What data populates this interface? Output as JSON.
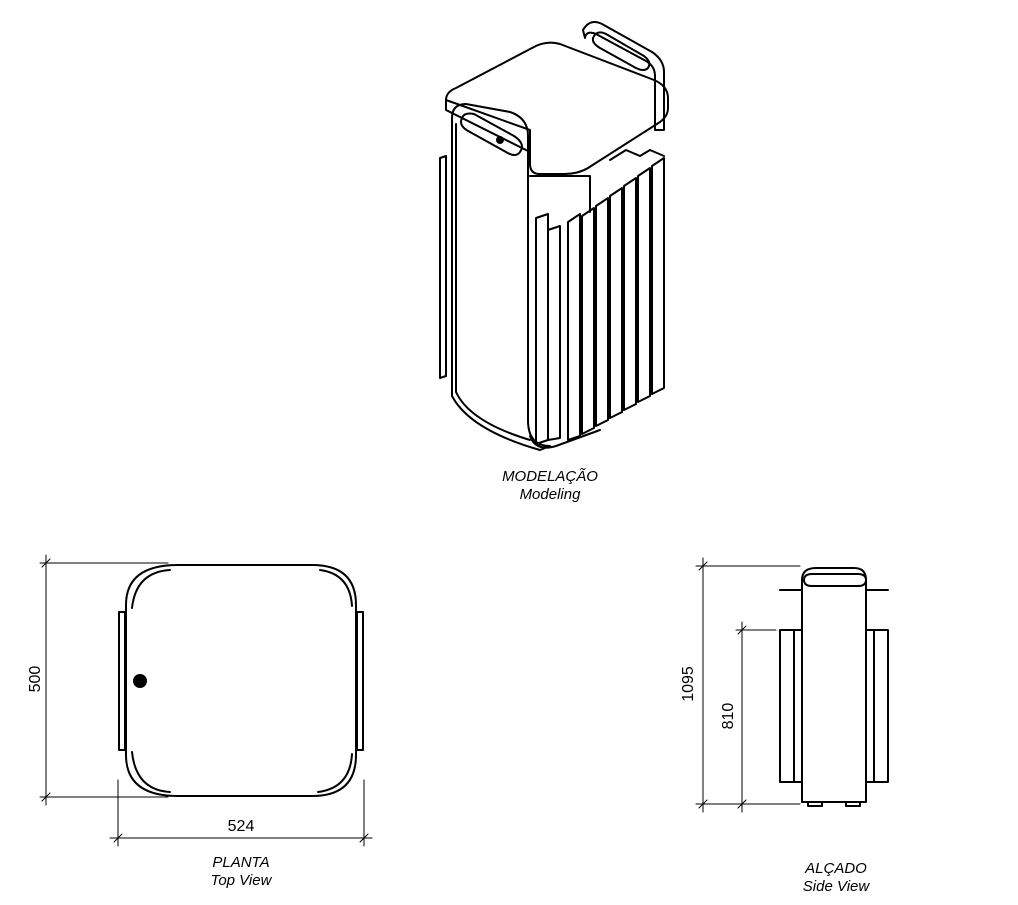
{
  "views": {
    "modeling": {
      "title_pt": "MODELAÇÃO",
      "title_en": "Modeling"
    },
    "top": {
      "title_pt": "PLANTA",
      "title_en": "Top View"
    },
    "side": {
      "title_pt": "ALÇADO",
      "title_en": "Side View"
    }
  },
  "dimensions": {
    "depth": "500",
    "width": "524",
    "total_height": "1095",
    "body_height": "810"
  },
  "colors": {
    "line": "#000000",
    "background": "#ffffff"
  }
}
